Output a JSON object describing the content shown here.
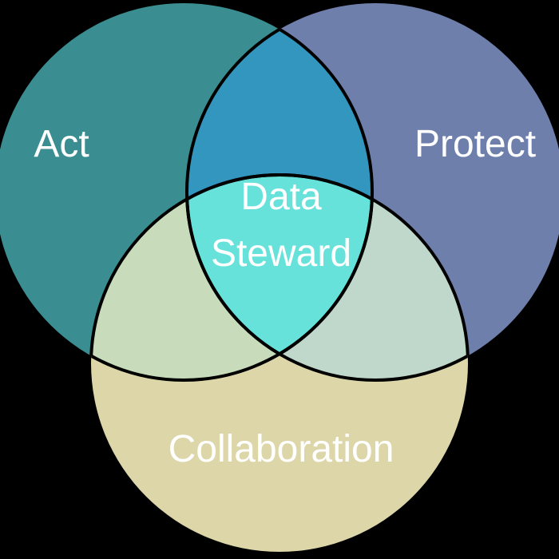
{
  "diagram": {
    "type": "venn",
    "background": "#000000",
    "sets": [
      {
        "name": "act",
        "label": "Act",
        "color": "#3a8e91"
      },
      {
        "name": "protect",
        "label": "Protect",
        "color": "#6e7fac"
      },
      {
        "name": "collaboration",
        "label": "Collaboration",
        "color": "#dcd6a8"
      }
    ],
    "intersections": {
      "act_protect": {
        "color": "#3396bf"
      },
      "act_collaboration": {
        "color": "#c8dcbc"
      },
      "protect_collaboration": {
        "color": "#c0d8cc"
      },
      "center": {
        "label_line1": "Data",
        "label_line2": "Steward",
        "color": "#66e2da"
      }
    }
  }
}
